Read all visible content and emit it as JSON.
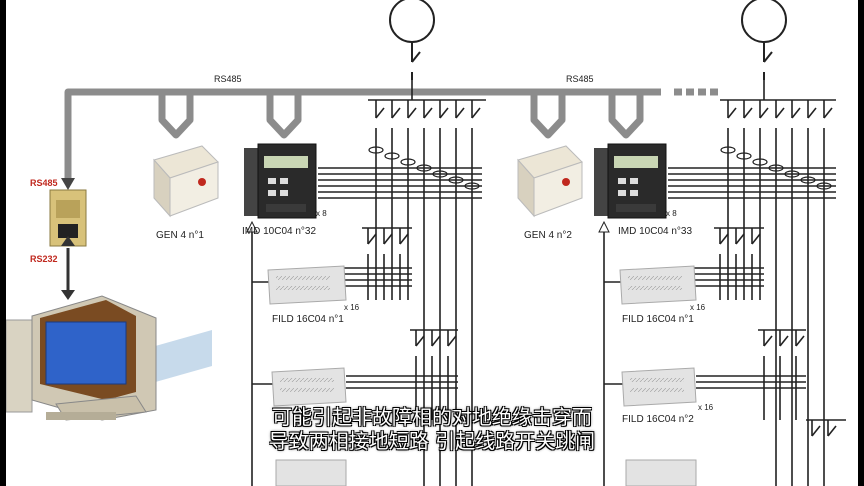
{
  "bus": {
    "left_label": "RS485",
    "right_label": "RS485"
  },
  "converter": {
    "top_label": "RS485",
    "bottom_label": "RS232"
  },
  "devices": {
    "gen1": "GEN 4 n°1",
    "imd1": "IMD 10C04 n°32",
    "gen2": "GEN 4 n°2",
    "imd2": "IMD 10C04 n°33",
    "fild1": "FILD 16C04 n°1",
    "fild2": "FILD 16C04 n°1",
    "fild3": "FILD 16C04 n°2"
  },
  "multipliers": {
    "x8_left": "x 8",
    "x8_right": "x 8",
    "x16_a": "x 16",
    "x16_b": "x 16",
    "x16_c": "x 16"
  },
  "subtitles": {
    "line1": "可能引起非故障相的对地绝缘击穿而",
    "line2": "导致两相接地短路 引起线路开关跳闸"
  }
}
